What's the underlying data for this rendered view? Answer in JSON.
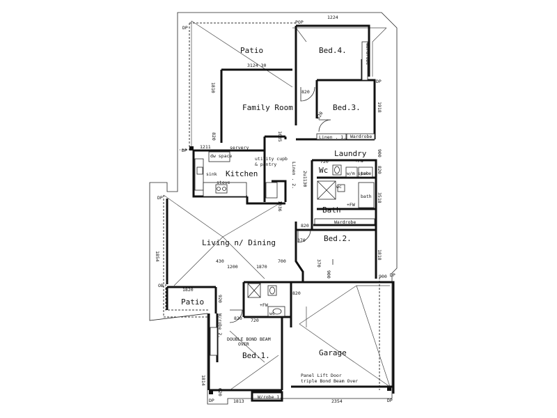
{
  "rooms": {
    "patio_top": "Patio",
    "bed4": "Bed.4.",
    "bed3": "Bed.3.",
    "family": "Family Room",
    "kitchen": "Kitchen",
    "laundry": "Laundry",
    "wc": "Wc",
    "bath": "Bath",
    "living": "Living n/ Dining",
    "bed2": "Bed.2.",
    "patio_left": "Patio",
    "bed1": "Bed.1.",
    "garage": "Garage"
  },
  "labels": {
    "robe": "Wardrobe",
    "linen1": "Linen . 1.",
    "wardrobe_bed3": "Wardrobe",
    "wardrobe_bath": "Wardrobe",
    "servery": "servery",
    "dw_space": "dw space",
    "sink": "sink",
    "stove": "stove",
    "utility": "utility cupb",
    "pantry": "& pantry",
    "linen2": "Linen . 2.",
    "fw1": "+FW",
    "fw2": "+FW",
    "fw3": "+FW",
    "wm_space": "w/m space",
    "tub": "tub",
    "bath_fix": "bath",
    "wc_small": "wc",
    "wc_small2": "wc",
    "wrobe2": "W/robe 2.",
    "wrobe1": "W/robe 1.",
    "double_beam": "DOUBLE BOND BEAM",
    "over": "OVER",
    "panel_door": "Panel Lift Door",
    "triple_beam": "triple Bond Beam Over",
    "dp_top": "DP",
    "pop": "POP",
    "dp_right1": "DP",
    "dp_right2": "DP",
    "dp_left1": "DP",
    "dp_left2": "DP",
    "dp_bl": "DP",
    "dp_br": "DP",
    "ob": "OB"
  },
  "dims": {
    "d1224": "1224",
    "d3124": "3124 30",
    "d1810": "1810",
    "d820a": "820",
    "d820b": "820",
    "d820c": "820",
    "d820d": "820",
    "d820e": "820",
    "d820f": "820",
    "d1918": "1918",
    "d1211": "1211",
    "d1035": "1035",
    "d1036": "1036",
    "d2u1130": "2u1130",
    "d720a": "720",
    "d720b": "720",
    "d900a": "900",
    "d900b": "900",
    "d900c": "900",
    "d820w": "820",
    "d3518": "3518",
    "d1818": "1818",
    "d370a": "370",
    "d370b": "370",
    "d430": "430",
    "d1200": "1200",
    "d1870": "1870",
    "d700": "700",
    "d1820": "1820",
    "d920": "920",
    "d1814": "1814",
    "d1813": "1813",
    "d2354": "2354",
    "d1854": "1854",
    "d620": "620"
  }
}
